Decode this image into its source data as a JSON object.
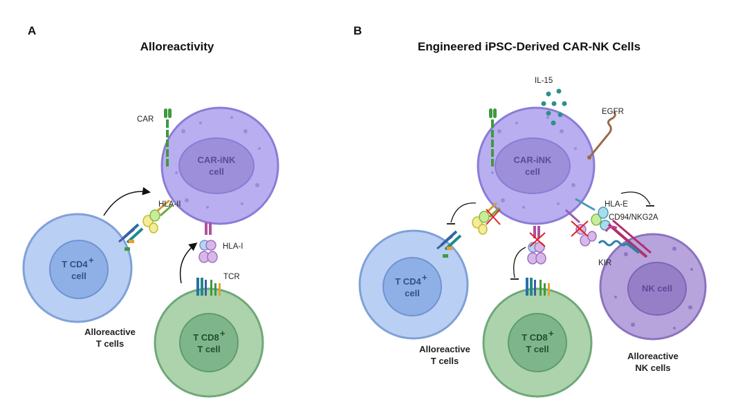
{
  "panel_a": {
    "letter": "A",
    "title": "Alloreactivity",
    "car_label": "CAR",
    "car_cell": [
      "CAR-iNK",
      "cell"
    ],
    "hla2_label": "HLA-II",
    "hla1_label": "HLA-I",
    "tcr_label": "TCR",
    "cd4_cell": [
      "T CD4",
      "cell"
    ],
    "cd8_cell": [
      "T CD8",
      "T cell"
    ],
    "group_label": [
      "Alloreactive",
      "T cells"
    ]
  },
  "panel_b": {
    "letter": "B",
    "title": "Engineered iPSC-Derived CAR-NK Cells",
    "il15_label": "IL-15",
    "egfr_label": "EGFR",
    "car_cell": [
      "CAR-iNK",
      "cell"
    ],
    "hlae_label": "HLA-E",
    "cd94_label": "CD94/NKG2A",
    "kir_label": "KIR",
    "nk_cell": "NK cell",
    "cd4_cell": [
      "T CD4",
      "cell"
    ],
    "cd8_cell": [
      "T CD8",
      "T cell"
    ],
    "t_group_label": [
      "Alloreactive",
      "T cells"
    ],
    "nk_group_label": [
      "Alloreactive",
      "NK cells"
    ]
  },
  "superscript": "+",
  "colors": {
    "purple_fill": "#b9aef0",
    "purple_nucleus": "#9d8fd9",
    "blue_fill": "#b9cff3",
    "blue_nucleus": "#8fb0e6",
    "green_fill": "#acd3ac",
    "green_nucleus": "#7fb58a",
    "nk_fill": "#b7a4dc",
    "nk_nucleus": "#977fc8",
    "cross": "#e02020"
  }
}
